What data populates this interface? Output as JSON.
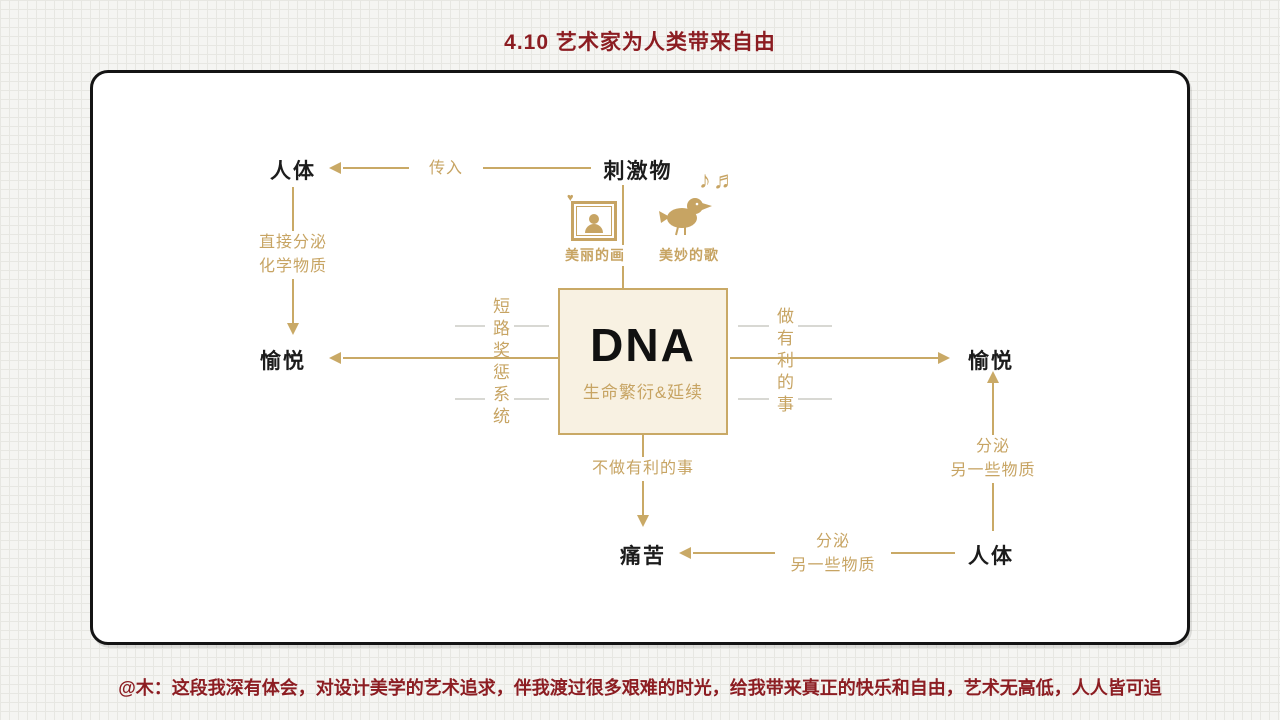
{
  "page": {
    "title": "4.10  艺术家为人类带来自由",
    "caption": "@木：这段我深有体会，对设计美学的艺术追求，伴我渡过很多艰难的时光，给我带来真正的快乐和自由，艺术无高低，人人皆可追"
  },
  "diagram": {
    "nodes": {
      "body_top": "人体",
      "stimulus": "刺激物",
      "pleasure_left": "愉悦",
      "pleasure_right": "愉悦",
      "pain": "痛苦",
      "body_bottom": "人体",
      "dna": "DNA",
      "dna_sub": "生命繁衍&延续"
    },
    "labels": {
      "transmit_in": "传入",
      "direct_secrete_line1": "直接分泌",
      "direct_secrete_line2": "化学物质",
      "beautiful_painting": "美丽的画",
      "wonderful_song": "美妙的歌",
      "short_circuit_system": "短路奖惩系统",
      "do_beneficial": "做有利的事",
      "not_do_beneficial": "不做有利的事",
      "secrete_right_line1": "分泌",
      "secrete_right_line2": "另一些物质",
      "secrete_bottom_line1": "分泌",
      "secrete_bottom_line2": "另一些物质",
      "music_notes": "♪♬"
    },
    "colors": {
      "gold": "#C7A463",
      "dark_red": "#8C1D22",
      "dna_box_bg": "#F8F1E2"
    }
  }
}
